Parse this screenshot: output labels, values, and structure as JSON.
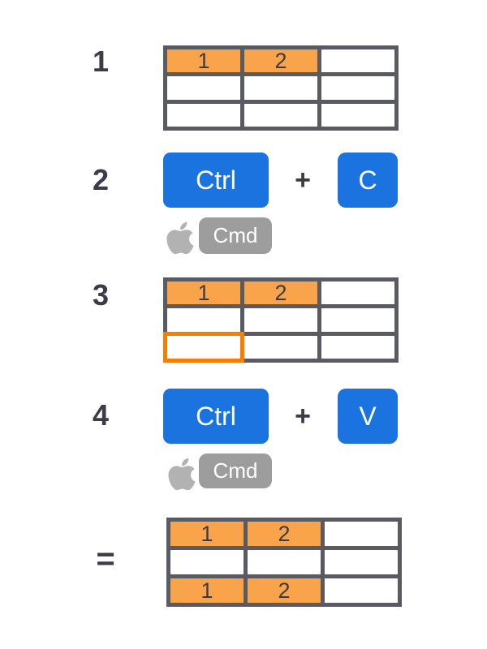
{
  "colors": {
    "background": "#FFFFFF",
    "dark_text": "#3C3C48",
    "table_border_gray": "#5A5A63",
    "cell_fill_orange": "#F9A34A",
    "selection_border_orange": "#F97D00",
    "key_blue": "#1A73DE",
    "key_gray": "#9D9D9D",
    "apple_logo_gray": "#B2B2B2"
  },
  "steps": {
    "step1": {
      "number": "1",
      "table": {
        "rows": [
          [
            {
              "v": "1",
              "t": "fill"
            },
            {
              "v": "2",
              "t": "fill"
            },
            {
              "t": "plain"
            }
          ],
          [
            {
              "t": "plain"
            },
            {
              "t": "plain"
            },
            {
              "t": "plain"
            }
          ],
          [
            {
              "t": "plain"
            },
            {
              "t": "plain"
            },
            {
              "t": "plain"
            }
          ]
        ]
      }
    },
    "step2": {
      "number": "2",
      "keys": {
        "modifier": "Ctrl",
        "plus": "+",
        "letter": "C"
      },
      "mac_alternative": {
        "icon": "apple-icon",
        "key": "Cmd"
      }
    },
    "step3": {
      "number": "3",
      "table": {
        "rows": [
          [
            {
              "v": "1",
              "t": "fill"
            },
            {
              "v": "2",
              "t": "fill"
            },
            {
              "t": "plain"
            }
          ],
          [
            {
              "t": "plain"
            },
            {
              "t": "plain"
            },
            {
              "t": "plain"
            }
          ],
          [
            {
              "t": "selected"
            },
            {
              "t": "plain"
            },
            {
              "t": "plain"
            }
          ]
        ]
      }
    },
    "step4": {
      "number": "4",
      "keys": {
        "modifier": "Ctrl",
        "plus": "+",
        "letter": "V"
      },
      "mac_alternative": {
        "icon": "apple-icon",
        "key": "Cmd"
      }
    },
    "result": {
      "symbol": "=",
      "table": {
        "rows": [
          [
            {
              "v": "1",
              "t": "fill"
            },
            {
              "v": "2",
              "t": "fill"
            },
            {
              "t": "plain"
            }
          ],
          [
            {
              "t": "plain"
            },
            {
              "t": "plain"
            },
            {
              "t": "plain"
            }
          ],
          [
            {
              "v": "1",
              "t": "fill"
            },
            {
              "v": "2",
              "t": "fill"
            },
            {
              "t": "plain"
            }
          ]
        ]
      }
    }
  }
}
